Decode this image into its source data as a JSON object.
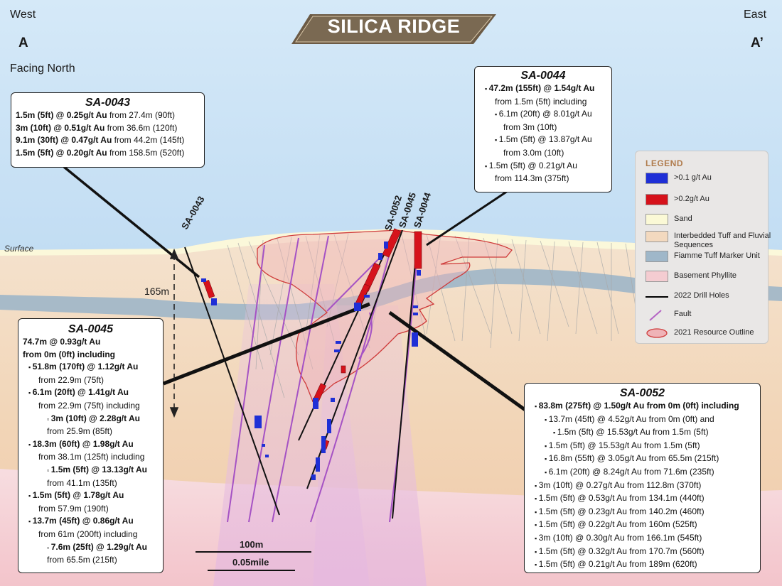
{
  "title": "SILICA RIDGE",
  "orientation": {
    "west": "West",
    "east": "East",
    "a_left": "A",
    "a_right": "A’",
    "facing": "Facing North"
  },
  "surface_label": "Surface",
  "depth_label": "165m",
  "scale": {
    "bar1": "100m",
    "bar2": "0.05mile"
  },
  "hole_labels": [
    "SA-0043",
    "SA-0052",
    "SA-0045",
    "SA-0044"
  ],
  "legend": {
    "title": "LEGEND",
    "items": [
      {
        "label": "&gt;0.1 g/t Au",
        "text": ">0.1 g/t Au",
        "color": "#1f2fd6"
      },
      {
        "label": ">0.2g/t Au",
        "color": "#d6121b"
      },
      {
        "label": "Sand",
        "color": "#fbf9d6"
      },
      {
        "label": "Interbedded Tuff and Fluvial Sequences",
        "color": "#f3d9bf"
      },
      {
        "label": "Fiamme Tuff Marker Unit",
        "color": "#9fb7c9"
      },
      {
        "label": "Basement Phyllite",
        "color": "#f4ccd1"
      },
      {
        "label": "2022 Drill Holes",
        "color": "#000000"
      },
      {
        "label": "Fault",
        "color": "#b463c4"
      },
      {
        "label": "2021 Resource Outline",
        "color": "#cf3b3b"
      }
    ]
  },
  "boxes": {
    "sa0043": {
      "title": "SA-0043",
      "lines": [
        {
          "bold": "1.5m (5ft) @ 0.25g/t Au",
          "rest": " from 27.4m (90ft)"
        },
        {
          "bold": "3m (10ft) @ 0.51g/t Au",
          "rest": " from 36.6m (120ft)"
        },
        {
          "bold": "9.1m (30ft) @ 0.47g/t Au",
          "rest": " from 44.2m (145ft)"
        },
        {
          "bold": "1.5m (5ft) @ 0.20g/t Au",
          "rest": " from 158.5m (520ft)"
        }
      ]
    },
    "sa0044": {
      "title": "SA-0044",
      "lines": [
        {
          "bullet": "▪",
          "bold": "47.2m (155ft) @ 1.54g/t Au",
          "rest": ""
        },
        {
          "bold": "",
          "rest": "from 1.5m (5ft) including"
        },
        {
          "bullet": "▪",
          "bold": "",
          "rest": "6.1m (20ft) @ 8.01g/t Au"
        },
        {
          "bold": "",
          "rest": "from 3m (10ft)"
        },
        {
          "bullet": "▪",
          "bold": "",
          "rest": "1.5m (5ft) @ 13.87g/t Au"
        },
        {
          "bold": "",
          "rest": "from 3.0m (10ft)"
        },
        {
          "bullet": "▪",
          "bold": "",
          "rest": "1.5m (5ft) @ 0.21g/t Au"
        },
        {
          "bold": "",
          "rest": "from 114.3m (375ft)"
        }
      ]
    },
    "sa0045": {
      "title": "SA-0045",
      "lines": [
        {
          "bold": "74.7m @ 0.93g/t Au",
          "rest": ""
        },
        {
          "bold": "from 0m (0ft) including",
          "rest": ""
        },
        {
          "bullet": "▪",
          "bold": "51.8m (170ft) @ 1.12g/t Au",
          "rest": ""
        },
        {
          "bold": "",
          "rest": "from 22.9m (75ft)"
        },
        {
          "bullet": "▪",
          "bold": "6.1m (20ft) @ 1.41g/t Au",
          "rest": ""
        },
        {
          "bold": "",
          "rest": "from 22.9m (75ft) including"
        },
        {
          "bullet": "▫",
          "bold": "3m (10ft) @ 2.28g/t Au",
          "rest": ""
        },
        {
          "bold": "",
          "rest": "from 25.9m (85ft)"
        },
        {
          "bullet": "▪",
          "bold": "18.3m (60ft) @ 1.98g/t Au",
          "rest": ""
        },
        {
          "bold": "",
          "rest": "from 38.1m (125ft) including"
        },
        {
          "bullet": "▫",
          "bold": "1.5m (5ft) @ 13.13g/t Au",
          "rest": ""
        },
        {
          "bold": "",
          "rest": "from 41.1m (135ft)"
        },
        {
          "bullet": "▪",
          "bold": "1.5m (5ft) @ 1.78g/t Au",
          "rest": ""
        },
        {
          "bold": "",
          "rest": "from 57.9m (190ft)"
        },
        {
          "bullet": "▪",
          "bold": "13.7m (45ft) @ 0.86g/t Au",
          "rest": ""
        },
        {
          "bold": "",
          "rest": "from 61m (200ft) including"
        },
        {
          "bullet": "▫",
          "bold": "7.6m (25ft) @ 1.29g/t Au",
          "rest": ""
        },
        {
          "bold": "",
          "rest": "from 65.5m (215ft)"
        }
      ]
    },
    "sa0052": {
      "title": "SA-0052",
      "lines": [
        {
          "bullet": "▪",
          "bold": "83.8m (275ft) @ 1.50g/t Au from 0m (0ft) including",
          "rest": ""
        },
        {
          "bullet": "▪",
          "bold": "",
          "rest": "13.7m (45ft) @ 4.52g/t Au from 0m (0ft) and"
        },
        {
          "bullet": "▪",
          "bold": "",
          "rest": "1.5m (5ft) @ 15.53g/t Au from 1.5m (5ft)"
        },
        {
          "bullet": "▪",
          "bold": "",
          "rest": "1.5m (5ft) @ 15.53g/t Au from 1.5m (5ft)"
        },
        {
          "bullet": "▪",
          "bold": "",
          "rest": "16.8m (55ft) @ 3.05g/t Au from 65.5m (215ft)"
        },
        {
          "bullet": "▪",
          "bold": "",
          "rest": "6.1m (20ft) @ 8.24g/t Au from 71.6m (235ft)"
        },
        {
          "bullet": "▪",
          "bold": "",
          "rest": "3m (10ft) @ 0.27g/t Au from 112.8m (370ft)"
        },
        {
          "bullet": "▪",
          "bold": "",
          "rest": "1.5m (5ft) @ 0.53g/t Au from 134.1m (440ft)"
        },
        {
          "bullet": "▪",
          "bold": "",
          "rest": "1.5m (5ft) @ 0.23g/t Au from 140.2m (460ft)"
        },
        {
          "bullet": "▪",
          "bold": "",
          "rest": "1.5m (5ft) @ 0.22g/t Au from 160m (525ft)"
        },
        {
          "bullet": "▪",
          "bold": "",
          "rest": "3m (10ft) @ 0.30g/t Au from 166.1m (545ft)"
        },
        {
          "bullet": "▪",
          "bold": "",
          "rest": "1.5m (5ft) @ 0.32g/t Au from 170.7m (560ft)"
        },
        {
          "bullet": "▪",
          "bold": "",
          "rest": "1.5m (5ft) @ 0.21g/t Au from 189m (620ft)"
        }
      ]
    }
  }
}
